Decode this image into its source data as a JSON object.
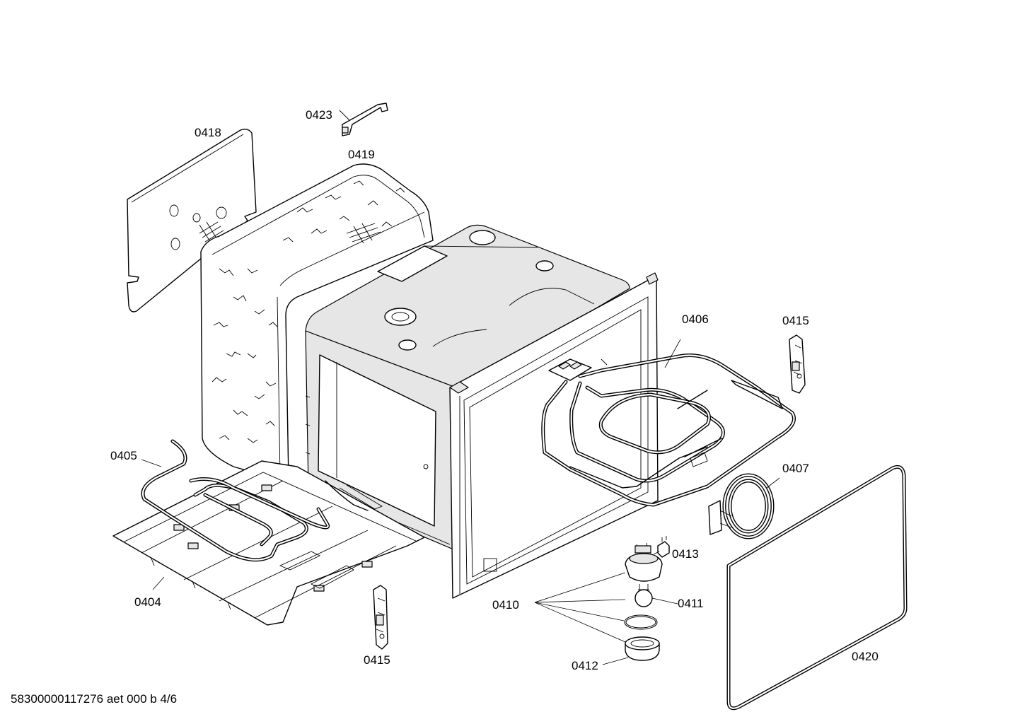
{
  "diagram": {
    "document_id": "58300000117276 aet 000 b 4/6",
    "callouts": {
      "c0418": "0418",
      "c0419": "0419",
      "c0423": "0423",
      "c0406": "0406",
      "c0415a": "0415",
      "c0415b": "0415",
      "c0405": "0405",
      "c0404": "0404",
      "c0407": "0407",
      "c0413": "0413",
      "c0410": "0410",
      "c0411": "0411",
      "c0412": "0412",
      "c0420": "0420"
    }
  }
}
